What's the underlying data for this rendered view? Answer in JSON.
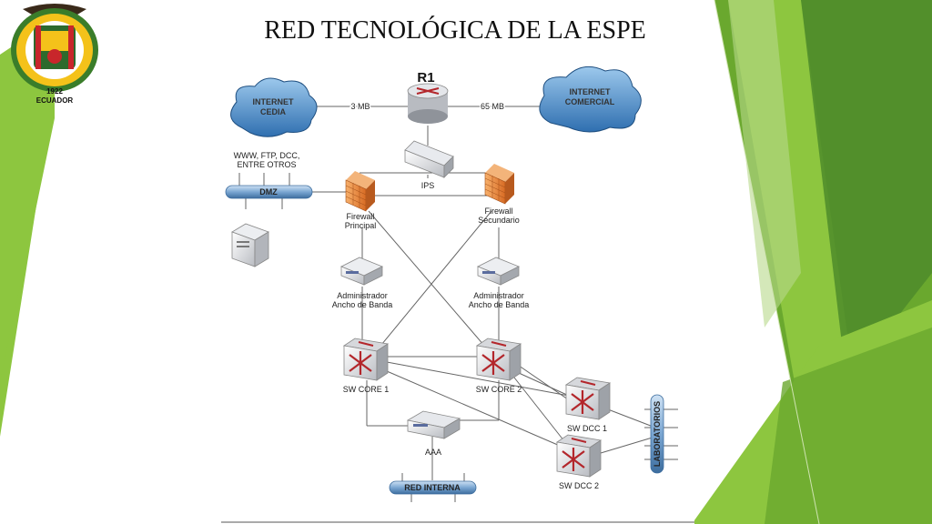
{
  "slide": {
    "title": "RED TECNOLÓGICA DE LA ESPE"
  },
  "logo": {
    "year": "1922",
    "country": "ECUADOR"
  },
  "diagram": {
    "router_label": "R1",
    "cloud_cedia": [
      "INTERNET",
      "CEDIA"
    ],
    "cloud_comercial": [
      "INTERNET",
      "COMERCIAL"
    ],
    "link_cedia": "3 MB",
    "link_comercial": "65 MB",
    "ips": "IPS",
    "dmz_services": [
      "WWW, FTP, DCC,",
      "ENTRE OTROS"
    ],
    "dmz": "DMZ",
    "fw_principal": [
      "Firewall",
      "Principal"
    ],
    "fw_secundario": [
      "Firewall",
      "Secundario"
    ],
    "admin1": [
      "Administrador",
      "Ancho de Banda"
    ],
    "admin2": [
      "Administrador",
      "Ancho de Banda"
    ],
    "sw_core1": "SW CORE 1",
    "sw_core2": "SW CORE 2",
    "sw_dcc1": "SW DCC 1",
    "sw_dcc2": "SW DCC 2",
    "aaa": "AAA",
    "red_interna": "RED INTERNA",
    "laboratorios": "LABORATORIOS"
  },
  "colors": {
    "green_light": "#8dc63f",
    "green_mid": "#6aa82e",
    "green_dark": "#4d8b2a",
    "cloud": "#3e84c4",
    "firewall": "#e8893a",
    "switch_red": "#b3262b"
  }
}
